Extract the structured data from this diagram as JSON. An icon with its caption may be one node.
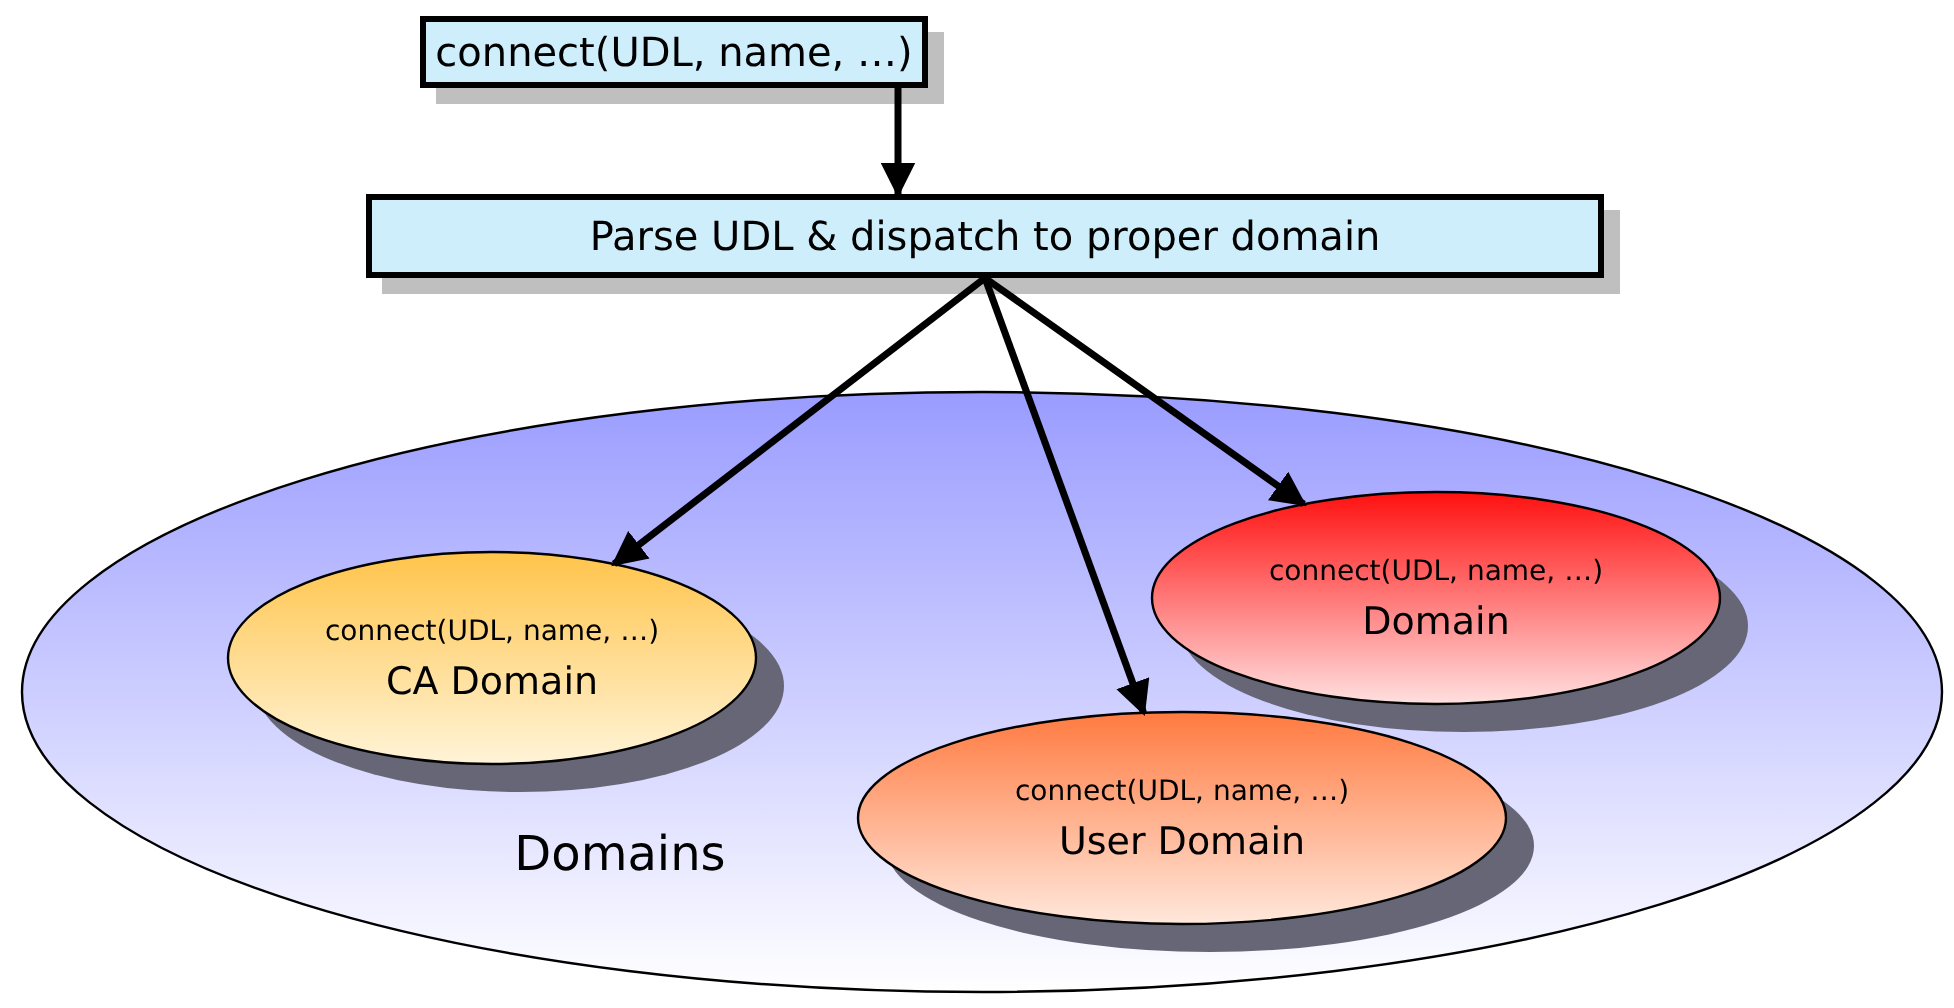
{
  "diagram": {
    "nodes": [
      {
        "text": [
          "connect(UDL, name, …)"
        ]
      },
      {
        "text": [
          "Parse UDL  &  dispatch to proper domain"
        ]
      },
      {
        "text": [
          "Domains"
        ]
      },
      {
        "text": [
          "connect(UDL, name, …)",
          "Domain"
        ],
        "in": 2
      },
      {
        "text": [
          "connect(UDL, name, …)",
          "CA Domain"
        ],
        "in": 2
      },
      {
        "text": [
          "connect(UDL, name, …)",
          "User Domain"
        ],
        "in": 2
      }
    ],
    "edges": [
      {
        "from": 0,
        "to": 1,
        "arrow": "to"
      },
      {
        "from": 1,
        "to": 4,
        "arrow": "to"
      },
      {
        "from": 1,
        "to": 5,
        "arrow": "to"
      },
      {
        "from": 1,
        "to": 3,
        "arrow": "to"
      }
    ]
  }
}
